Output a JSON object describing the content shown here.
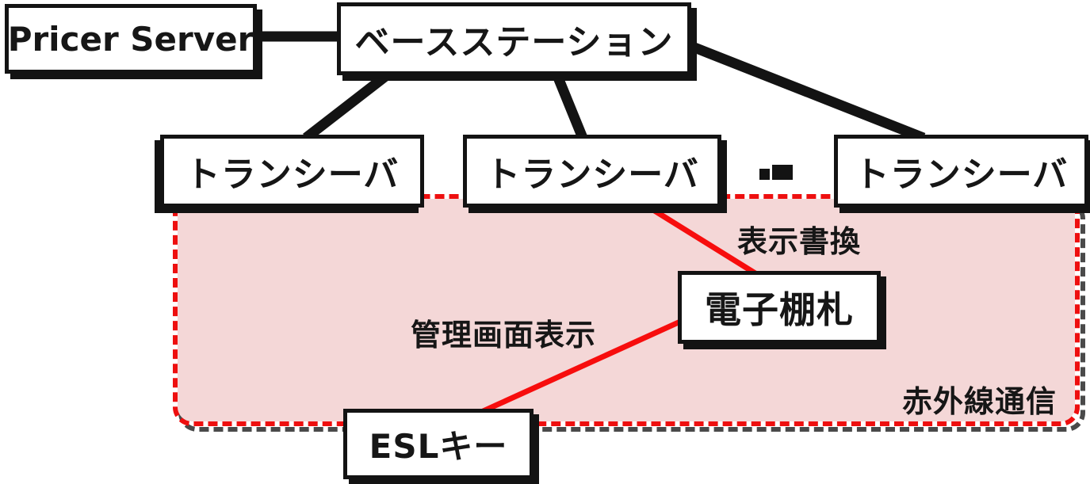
{
  "nodes": {
    "pricer_server": {
      "label": "Pricer Server"
    },
    "base_station": {
      "label": "ベースステーション"
    },
    "transceiver1": {
      "label": "トランシーバ"
    },
    "transceiver2": {
      "label": "トランシーバ"
    },
    "transceiver3": {
      "label": "トランシーバ"
    },
    "esl_tag": {
      "label": "電子棚札"
    },
    "esl_key": {
      "label": "ESLキー"
    }
  },
  "annotations": {
    "display_rewrite": "表示書換",
    "admin_screen_display": "管理画面表示",
    "infrared_zone": "赤外線通信"
  },
  "colors": {
    "zone_fill": "#f4d7d7",
    "zone_border": "#ee0f0f",
    "zone_shadow": "#4a4a4a",
    "connector_red": "#f70d0d",
    "connector_black": "#131313",
    "box_border": "#131313",
    "box_fill": "#ffffff",
    "text": "#161616"
  }
}
